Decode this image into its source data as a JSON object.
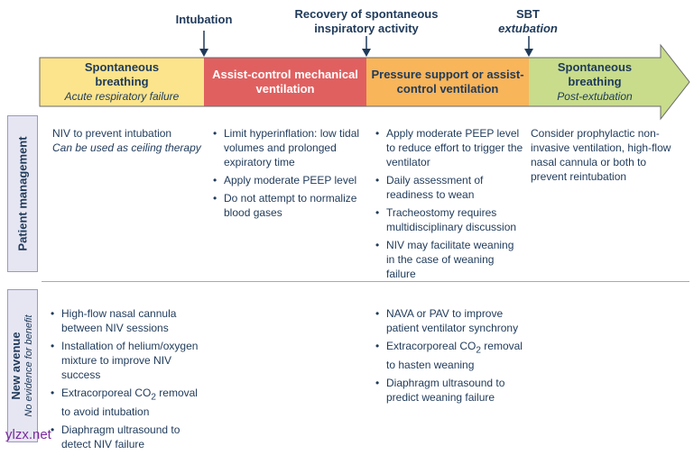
{
  "events": {
    "intubation": "Intubation",
    "recovery": "Recovery of spontaneous inspiratory activity",
    "sbt": "SBT",
    "extubation": "extubation"
  },
  "phases": [
    {
      "title": "Spontaneous breathing",
      "subtitle": "Acute respiratory failure",
      "color": "#fce48c"
    },
    {
      "title": "Assist-control mechanical ventilation",
      "subtitle": "",
      "color": "#e06060"
    },
    {
      "title": "Pressure support or assist-control ventilation",
      "subtitle": "",
      "color": "#f8b55a"
    },
    {
      "title": "Spontaneous breathing",
      "subtitle": "Post-extubation",
      "color": "#c8dc8c"
    }
  ],
  "rows": {
    "patient_management": {
      "label": "Patient management",
      "col1": {
        "text": "NIV to prevent intubation",
        "note": "Can be used as ceiling therapy"
      },
      "col2": [
        "Limit hyperinflation: low tidal volumes and prolonged expiratory time",
        "Apply moderate PEEP level",
        "Do not attempt to normalize blood gases"
      ],
      "col3": [
        "Apply moderate PEEP level to reduce effort to trigger the ventilator",
        "Daily assessment of readiness to wean",
        "Tracheostomy requires multidisciplinary discussion",
        "NIV may facilitate weaning in the case of weaning failure"
      ],
      "col4": "Consider prophylactic non-invasive ventilation, high-flow nasal cannula or both to prevent reintubation"
    },
    "new_avenue": {
      "label": "New avenue",
      "note": "No evidence for benefit",
      "col1": [
        "High-flow nasal cannula between NIV sessions",
        "Installation of helium/oxygen mixture to improve NIV success",
        {
          "pre": "Extracorporeal CO",
          "sub": "2",
          "post": " removal to avoid intubation"
        },
        "Diaphragm ultrasound to detect NIV failure"
      ],
      "col3": [
        "NAVA or PAV to improve patient ventilator synchrony",
        {
          "pre": "Extracorporeal CO",
          "sub": "2",
          "post": " removal to hasten weaning"
        },
        "Diaphragm ultrasound to predict weaning failure"
      ]
    }
  },
  "watermark": "ylzx.net"
}
